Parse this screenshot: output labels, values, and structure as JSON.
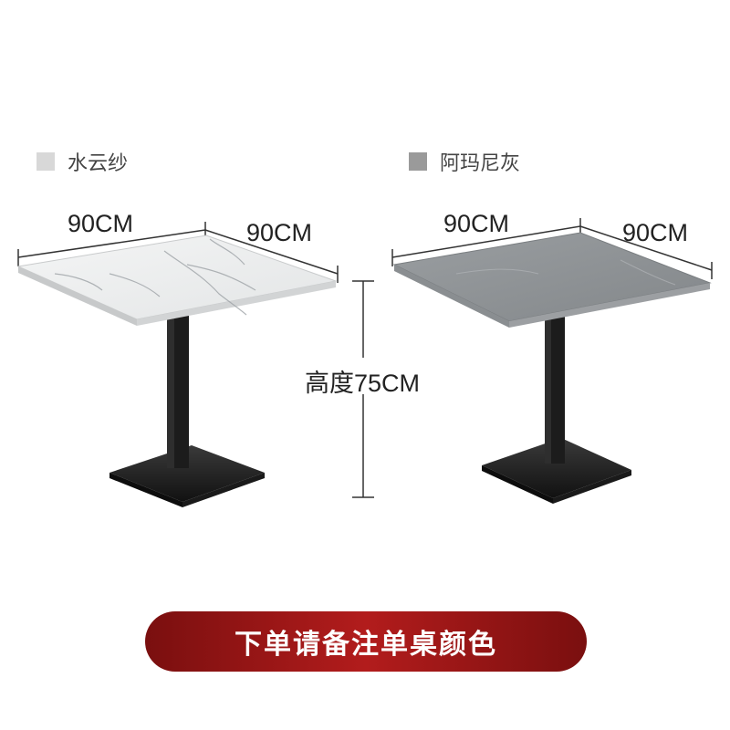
{
  "legend": [
    {
      "label": "水云纱",
      "color": "#d8d8d8"
    },
    {
      "label": "阿玛尼灰",
      "color": "#9a9a9a"
    }
  ],
  "dimensions": {
    "left_width": "90CM",
    "left_depth": "90CM",
    "height": "高度75CM",
    "right_width": "90CM",
    "right_depth": "90CM"
  },
  "products": [
    {
      "name": "white-marble-table",
      "top_color": "#eceff0",
      "base_color": "#222222"
    },
    {
      "name": "grey-slate-table",
      "top_color": "#8e9295",
      "base_color": "#222222"
    }
  ],
  "banner": {
    "text": "下单请备注单桌颜色",
    "color": "#a01818"
  }
}
